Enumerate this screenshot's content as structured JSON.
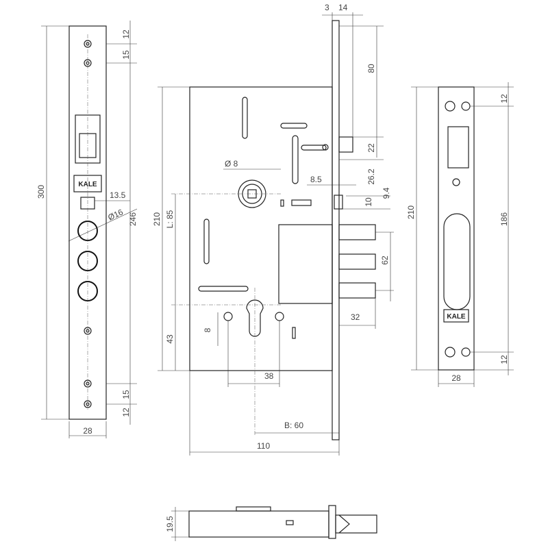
{
  "brand_logo": "KALE",
  "faceplate_left": {
    "dim_top_hole": "12",
    "dim_hole_spacing_top": "15",
    "dim_height": "300",
    "dim_latch_width": "13.5",
    "dim_hole_diameter": "Ø16",
    "dim_hole_span": "246",
    "dim_hole_spacing_bottom": "15",
    "dim_bottom_hole": "12",
    "dim_width": "28"
  },
  "lock_body": {
    "dim_faceplate_thickness": "3",
    "dim_latch_projection": "14",
    "dim_top_to_latch": "80",
    "dim_spindle": "Ø 8",
    "dim_latch_height": "22",
    "dim_offset": "8.5",
    "dim_latch_to_bolt": "26.2",
    "dim_small": "9.4",
    "dim_ten": "10",
    "dim_body_height": "210",
    "dim_center_distance": "L: 85",
    "dim_bolt_span": "62",
    "dim_bolt_throw": "32",
    "dim_cyl_to_bottom": "43",
    "dim_screw": "8",
    "dim_screw_spacing": "38",
    "dim_backset": "B: 60",
    "dim_body_width": "110"
  },
  "faceplate_right": {
    "dim_top_hole": "12",
    "dim_height": "210",
    "dim_hole_span": "186",
    "dim_bottom_hole": "12",
    "dim_width": "28"
  },
  "bottom_view": {
    "dim_thickness": "19.5"
  }
}
